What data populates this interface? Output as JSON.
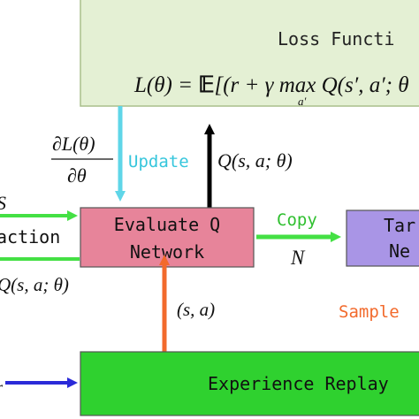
{
  "loss_box": {
    "title": "Loss Functi",
    "formula_lhs": "L(θ) = ",
    "formula_E": "𝔼",
    "formula_rhs1": "[(r + γ max",
    "formula_q": " Q(s′, a′; θ",
    "formula_sub": "a′"
  },
  "gradient_label": {
    "numerator": "∂L(θ)",
    "denominator": "∂θ"
  },
  "update_label": "Update",
  "q_label_top": "Q(s, a; θ)",
  "evaluate_box": {
    "line1": "Evaluate Q",
    "line2": "Network"
  },
  "copy_label": "Copy",
  "n_label": "N",
  "target_box": {
    "line1": "Tar",
    "line2": "Ne"
  },
  "sa_label": "(s, a)",
  "sample_label": "Sample",
  "experience_box": {
    "label": "Experience Replay"
  },
  "left_labels": {
    "s": "S",
    "action": "action",
    "q": "Q(s, a; θ)",
    "bottom": "r"
  },
  "colors": {
    "loss_fill": "#e4f0d4",
    "loss_stroke": "#a9bf8c",
    "evaluate_fill": "#e7849a",
    "target_fill": "#a995e6",
    "experience_fill": "#2fd12f",
    "update_arrow": "#5fd6e8",
    "green_arrow": "#44e044",
    "sample_arrow": "#f26a2c",
    "blue_arrow": "#2a2ad8",
    "sample_text": "#f26a2c",
    "update_text": "#36c6dc",
    "copy_text": "#30c030"
  }
}
